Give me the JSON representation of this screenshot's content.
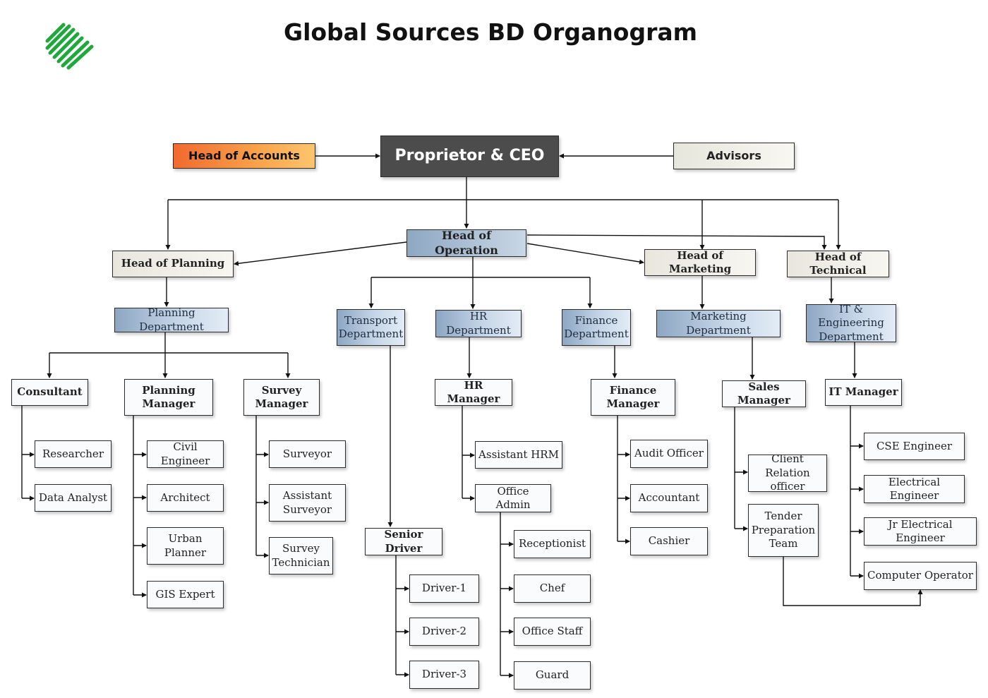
{
  "title": "Global Sources BD Organogram",
  "colors": {
    "logo": "#1fa83c",
    "ceo": "#4c4c4c",
    "accounts": "#f47a35",
    "department": "#9db3cc"
  },
  "nodes": {
    "ceo": "Proprietor & CEO",
    "head_accounts": "Head of Accounts",
    "advisors": "Advisors",
    "head_operation": "Head of Operation",
    "head_planning": "Head of Planning",
    "head_marketing": "Head of Marketing",
    "head_technical": "Head of Technical",
    "planning_dept": "Planning Department",
    "transport_dept": "Transport Department",
    "hr_dept": "HR Department",
    "finance_dept": "Finance Department",
    "marketing_dept": "Marketing Department",
    "it_dept": "IT & Engineering Department",
    "consultant": "Consultant",
    "planning_manager": "Planning Manager",
    "survey_manager": "Survey Manager",
    "hr_manager": "HR Manager",
    "finance_manager": "Finance Manager",
    "sales_manager": "Sales Manager",
    "it_manager": "IT Manager",
    "researcher": "Researcher",
    "data_analyst": "Data Analyst",
    "civil_engineer": "Civil Engineer",
    "architect": "Architect",
    "urban_planner": "Urban Planner",
    "gis_expert": "GIS Expert",
    "surveyor": "Surveyor",
    "assistant_surveyor": "Assistant Surveyor",
    "survey_technician": "Survey Technician",
    "senior_driver": "Senior Driver",
    "driver_1": "Driver-1",
    "driver_2": "Driver-2",
    "driver_3": "Driver-3",
    "assistant_hrm": "Assistant HRM",
    "office_admin": "Office Admin",
    "receptionist": "Receptionist",
    "chef": "Chef",
    "office_staff": "Office Staff",
    "guard": "Guard",
    "audit_officer": "Audit Officer",
    "accountant": "Accountant",
    "cashier": "Cashier",
    "client_relation_officer": "Client Relation officer",
    "tender_team": "Tender Preparation Team",
    "cse_engineer": "CSE Engineer",
    "electrical_engineer": "Electrical Engineer",
    "jr_electrical_engineer": "Jr Electrical Engineer",
    "computer_operator": "Computer Operator"
  }
}
